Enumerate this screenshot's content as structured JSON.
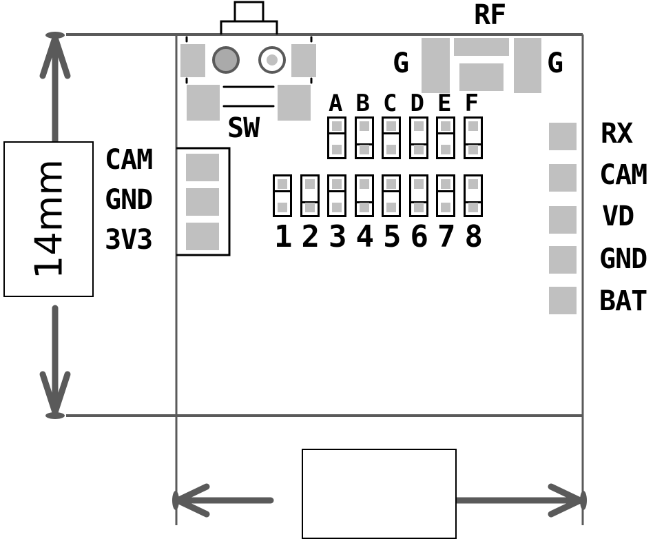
{
  "dimensions": {
    "height_label": "14mm",
    "width_label": ""
  },
  "colors": {
    "outline": "#5a5a5a",
    "pad": "#c0c0c0",
    "silk": "#000000"
  },
  "top": {
    "rf_label": "RF",
    "g_left": "G",
    "g_right": "G",
    "switch_label": "SW"
  },
  "left_connector": {
    "pins": [
      "CAM",
      "GND",
      "3V3"
    ]
  },
  "right_pads": {
    "pins": [
      "RX",
      "CAM",
      "VD",
      "GND",
      "BAT"
    ]
  },
  "dip_letters": {
    "labels": [
      "A",
      "B",
      "C",
      "D",
      "E",
      "F"
    ],
    "states": [
      "up",
      "down",
      "up",
      "down",
      "up",
      "down"
    ]
  },
  "dip_numbers": {
    "labels": [
      "1",
      "2",
      "3",
      "4",
      "5",
      "6",
      "7",
      "8"
    ],
    "states": [
      "up",
      "down",
      "up",
      "down",
      "up",
      "down",
      "up",
      "down"
    ]
  }
}
